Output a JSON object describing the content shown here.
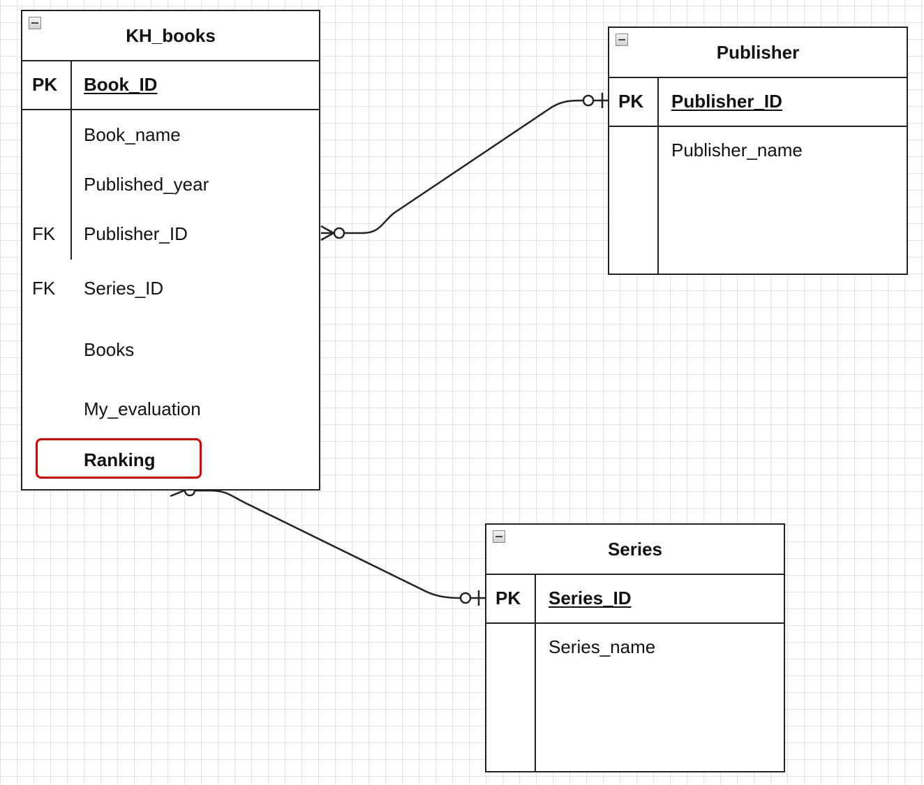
{
  "entities": {
    "kh_books": {
      "title": "KH_books",
      "pk": {
        "key": "PK",
        "name": "Book_ID"
      },
      "fields": [
        {
          "key": "",
          "name": "Book_name"
        },
        {
          "key": "",
          "name": "Published_year"
        },
        {
          "key": "FK",
          "name": "Publisher_ID"
        },
        {
          "key": "FK",
          "name": "Series_ID"
        },
        {
          "key": "",
          "name": "Books"
        },
        {
          "key": "",
          "name": "My_evaluation"
        },
        {
          "key": "",
          "name": "Ranking"
        }
      ]
    },
    "publisher": {
      "title": "Publisher",
      "pk": {
        "key": "PK",
        "name": "Publisher_ID"
      },
      "fields": [
        {
          "key": "",
          "name": "Publisher_name"
        }
      ]
    },
    "series": {
      "title": "Series",
      "pk": {
        "key": "PK",
        "name": "Series_ID"
      },
      "fields": [
        {
          "key": "",
          "name": "Series_name"
        }
      ]
    }
  },
  "relationships": [
    {
      "from": "KH_books.Publisher_ID",
      "from_cardinality": "zero-or-many",
      "to": "Publisher.Publisher_ID",
      "to_cardinality": "zero-or-one"
    },
    {
      "from": "KH_books",
      "from_cardinality": "zero-or-many",
      "to": "Series.Series_ID",
      "to_cardinality": "zero-or-one"
    }
  ],
  "highlight": {
    "field": "Ranking",
    "color": "#e00000"
  },
  "colors": {
    "line": "#222222",
    "grid": "#e3e3e3",
    "highlight": "#e00000"
  }
}
